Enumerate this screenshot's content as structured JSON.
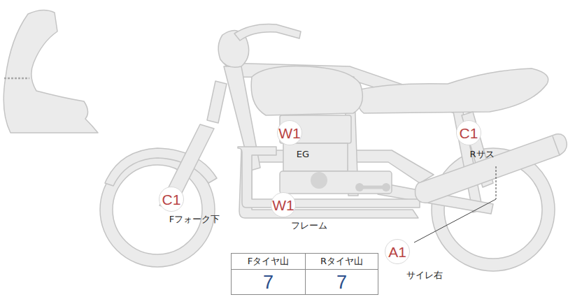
{
  "diagram": {
    "nodes": [
      {
        "text": [
          "W1",
          "EG"
        ]
      },
      {
        "text": [
          "C1",
          "Rサス"
        ]
      },
      {
        "text": [
          "C1",
          "Fフォーク下"
        ]
      },
      {
        "text": [
          "W1",
          "フレーム"
        ]
      },
      {
        "text": [
          "A1",
          "サイレ右"
        ]
      }
    ],
    "labels": [
      "Fタイヤ山",
      "Rタイヤ山",
      "7",
      "7"
    ]
  }
}
